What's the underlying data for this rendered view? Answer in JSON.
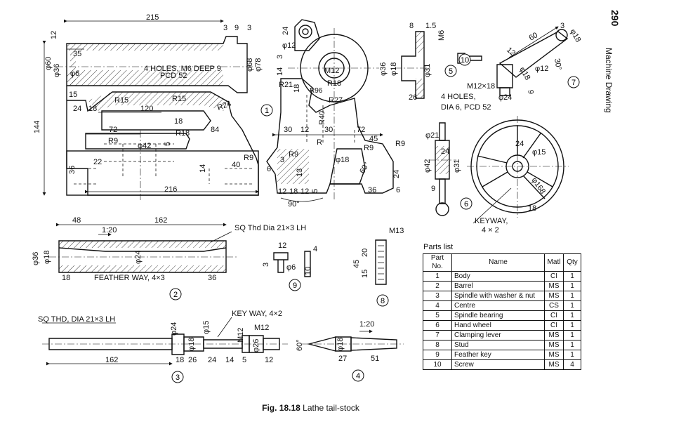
{
  "header": {
    "page_number": "290",
    "running_title": "Machine Drawing"
  },
  "caption": {
    "label": "Fig. 18.18",
    "text": "Lathe tail-stock"
  },
  "parts_list": {
    "title": "Parts list",
    "columns": [
      "Part No.",
      "Name",
      "Matl",
      "Qty"
    ],
    "rows": [
      [
        "1",
        "Body",
        "CI",
        "1"
      ],
      [
        "2",
        "Barrel",
        "MS",
        "1"
      ],
      [
        "3",
        "Spindle with washer & nut",
        "MS",
        "1"
      ],
      [
        "4",
        "Centre",
        "CS",
        "1"
      ],
      [
        "5",
        "Spindle bearing",
        "CI",
        "1"
      ],
      [
        "6",
        "Hand wheel",
        "CI",
        "1"
      ],
      [
        "7",
        "Clamping lever",
        "MS",
        "1"
      ],
      [
        "8",
        "Stud",
        "MS",
        "1"
      ],
      [
        "9",
        "Feather key",
        "MS",
        "1"
      ],
      [
        "10",
        "Screw",
        "MS",
        "4"
      ]
    ]
  },
  "drawing": {
    "part_numbers": [
      "1",
      "2",
      "3",
      "4",
      "5",
      "6",
      "7",
      "8",
      "9",
      "10"
    ],
    "notes": {
      "holes_m6": "4 HOLES, M6 DEEP 9",
      "pcd_52": "PCD 52",
      "holes_dia6_1": "4 HOLES,",
      "holes_dia6_2": "DIA 6, PCD 52",
      "sq_thd_barrel": "SQ Thd Dia 21×3 LH",
      "feather_way": "FEATHER WAY, 4×3",
      "sq_thd_spindle": "SQ THD, DIA 21×3 LH",
      "key_way_spindle": "KEY WAY, 4×2",
      "keyway_wheel": "KEYWAY,",
      "keyway_size": "4 × 2",
      "taper_barrel": "1:20",
      "taper_centre": "1:20"
    },
    "dims_body": {
      "d215": "215",
      "d3a": "3",
      "d9": "9",
      "d3b": "3",
      "d12": "12",
      "phi60": "φ60",
      "phi36": "φ36",
      "d35": "35",
      "phi6": "φ6",
      "d15": "15",
      "phi68": "φ68",
      "phi78": "φ78",
      "d24a": "24",
      "d18a": "18",
      "d120": "120",
      "r15a": "R15",
      "r15b": "R15",
      "r24": "R24",
      "d144": "144",
      "d18b": "18",
      "d84": "84",
      "d72": "72",
      "r18": "R18",
      "r9a": "R9",
      "phi42": "φ42",
      "d5": "5",
      "r9b": "R9",
      "d36": "36",
      "d22": "22",
      "d14": "14",
      "d40": "40",
      "d216": "216"
    },
    "dims_side": {
      "d24": "24",
      "phi12": "φ12",
      "d14": "14",
      "d3": "3",
      "m12": "M12",
      "r21": "R21",
      "r18": "R18",
      "r96": "R96",
      "r27": "R27",
      "r40": "R40",
      "d18": "18",
      "d30a": "30",
      "d12a": "12",
      "d30b": "30",
      "d72": "72",
      "d45": "45",
      "r": "R",
      "r9a": "R9",
      "r9b": "R9",
      "d3b": "3",
      "r9c": "R9",
      "d6a": "6",
      "d13": "13",
      "phi18": "φ18",
      "d60": "60°",
      "d24b": "24",
      "d12b": "12",
      "d18b": "18",
      "d12c": "12",
      "d5": "5",
      "d36": "36",
      "d6b": "6",
      "d90": "90°"
    },
    "dims_bearing": {
      "d8": "8",
      "d15": "1.5",
      "m6": "M6",
      "phi36": "φ36",
      "phi18": "φ18",
      "phi31": "φ31",
      "d26": "26"
    },
    "dims_lever": {
      "d60": "60",
      "d3": "3",
      "phi18": "φ18",
      "d12": "12",
      "phi12": "φ12",
      "d30": "30°",
      "m12x18": "M12×18",
      "phi24": "φ24",
      "d6": "6",
      "phi18b": "φ18"
    },
    "dims_wheel": {
      "phi21": "φ21",
      "d24": "24",
      "phi42": "φ42",
      "phi31": "φ31",
      "d9": "9",
      "d24b": "24",
      "phi15": "φ15",
      "phi168": "φ168",
      "d18": "18"
    },
    "dims_barrel": {
      "d48": "48",
      "d162": "162",
      "phi36": "φ36",
      "phi18": "φ18",
      "phi24": "φ24",
      "d18": "18",
      "d36": "36"
    },
    "dims_key": {
      "d12": "12",
      "d4": "4",
      "d3": "3",
      "phi6": "φ6",
      "d10": "10"
    },
    "dims_stud": {
      "m13": "M13",
      "d45": "45",
      "d20": "20",
      "d15": "15"
    },
    "dims_spindle": {
      "phi24": "φ24",
      "phi15": "φ15",
      "m12a": "M12",
      "m12b": "M12",
      "phi18": "φ18",
      "phi26": "φ26",
      "d162": "162",
      "d18": "18",
      "d26": "26",
      "d24": "24",
      "d14": "14",
      "d5": "5",
      "d12": "12"
    },
    "dims_centre": {
      "d60": "60°",
      "phi18": "φ18",
      "d27": "27",
      "d51": "51"
    }
  }
}
